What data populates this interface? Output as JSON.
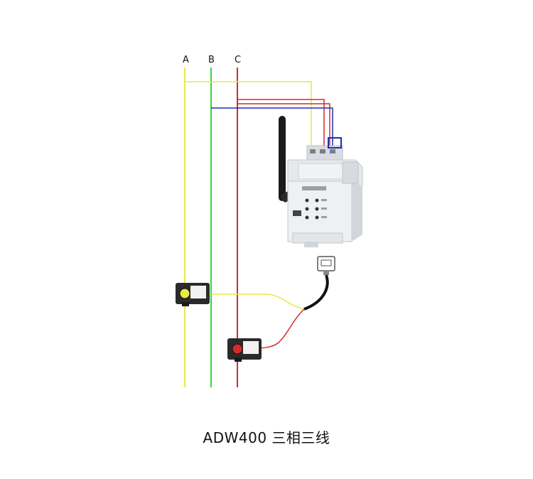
{
  "phases": [
    {
      "label": "A",
      "color": "#e8e84a"
    },
    {
      "label": "B",
      "color": "#3dd13d"
    },
    {
      "label": "C",
      "color": "#d62a2a"
    }
  ],
  "wire_colors": {
    "neutral_blue": "#1f2fb0",
    "cable_black": "#111111"
  },
  "device": {
    "name": "wireless-energy-meter"
  },
  "caption": "ADW400 三相三线"
}
